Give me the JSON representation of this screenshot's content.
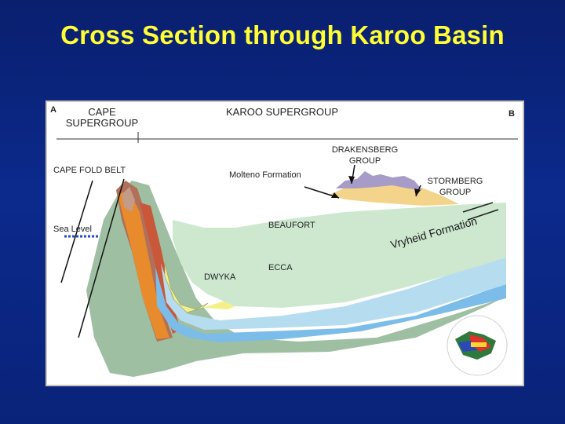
{
  "slide": {
    "title": "Cross Section through Karoo Basin"
  },
  "diagram": {
    "corner_left": "A",
    "corner_right": "B",
    "cape_supergroup_line1": "CAPE",
    "cape_supergroup_line2": "SUPERGROUP",
    "karoo_supergroup": "KAROO SUPERGROUP",
    "cape_fold_belt": "CAPE FOLD BELT",
    "drakensberg_line1": "DRAKENSBERG",
    "drakensberg_line2": "GROUP",
    "molteno": "Molteno Formation",
    "stormberg_line1": "STORMBERG",
    "stormberg_line2": "GROUP",
    "sea_level": "Sea Level",
    "beaufort": "BEAUFORT",
    "vryheid": "Vryheid Formation",
    "ecca": "ECCA",
    "dwyka": "DWYKA"
  },
  "colors": {
    "title": "#ffff33",
    "background": "#0b2a8c",
    "basement": "#9fbfa3",
    "beaufort_layer": "#cde8cf",
    "ecca_layer": "#b6dcf0",
    "vryheid_layer": "#7bbde8",
    "dwyka_layer": "#f3f08a",
    "cape_orange": "#e88b2c",
    "cape_brown": "#b0705a",
    "stormberg_layer": "#f4d38a",
    "drakensberg_layer": "#a79bc8",
    "sea_level_line": "#2747c9"
  }
}
